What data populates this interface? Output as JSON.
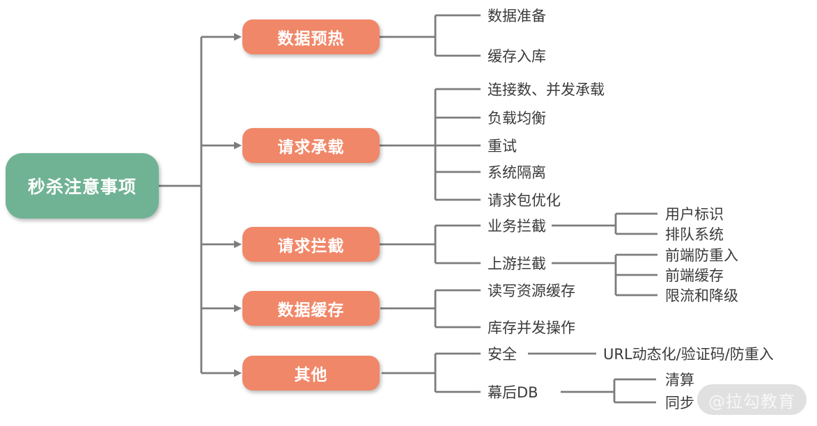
{
  "diagram": {
    "type": "mindmap",
    "title": "秒杀注意事项",
    "colors": {
      "root_node": "#70B394",
      "branch_node": "#F08768",
      "node_text": "#FFFFFF",
      "leaf_text": "#3A3A3A",
      "connector": "#7C7C7C",
      "watermark_bg": "#E0E0E0",
      "watermark_text": "#F7F7F7"
    },
    "tree": {
      "root": {
        "label": "秒杀注意事项"
      },
      "branches": [
        {
          "label": "数据预热",
          "children": [
            {
              "label": "数据准备"
            },
            {
              "label": "缓存入库"
            }
          ]
        },
        {
          "label": "请求承载",
          "children": [
            {
              "label": "连接数、并发承载"
            },
            {
              "label": "负载均衡"
            },
            {
              "label": "重试"
            },
            {
              "label": "系统隔离"
            },
            {
              "label": "请求包优化"
            }
          ]
        },
        {
          "label": "请求拦截",
          "children": [
            {
              "label": "业务拦截",
              "children": [
                {
                  "label": "用户标识"
                },
                {
                  "label": "排队系统"
                }
              ]
            },
            {
              "label": "上游拦截",
              "children": [
                {
                  "label": "前端防重入"
                },
                {
                  "label": "前端缓存"
                },
                {
                  "label": "限流和降级"
                }
              ]
            }
          ]
        },
        {
          "label": "数据缓存",
          "children": [
            {
              "label": "读写资源缓存"
            },
            {
              "label": "库存并发操作"
            }
          ]
        },
        {
          "label": "其他",
          "children": [
            {
              "label": "安全",
              "children": [
                {
                  "label": "URL动态化/验证码/防重入"
                }
              ]
            },
            {
              "label": "幕后DB",
              "children": [
                {
                  "label": "清算"
                },
                {
                  "label": "同步"
                }
              ]
            }
          ]
        }
      ]
    },
    "watermark": {
      "label": "@拉勾教育"
    }
  }
}
